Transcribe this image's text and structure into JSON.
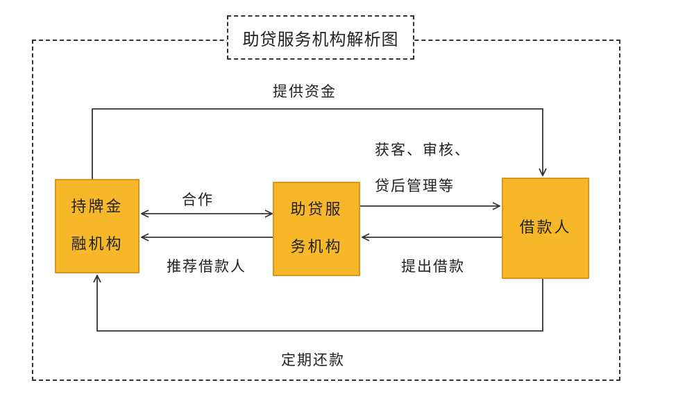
{
  "title": "助贷服务机构解析图",
  "nodes": {
    "bank": [
      "持牌金",
      "融机构"
    ],
    "agency": [
      "助贷服",
      "务机构"
    ],
    "borrower": [
      "借款人"
    ]
  },
  "edges": {
    "provide_funds": "提供资金",
    "services_line1": "获客、审核、",
    "services_line2": "贷后管理等",
    "cooperation": "合作",
    "recommend_borrowers": "推荐借款人",
    "apply_loan": "提出借款",
    "regular_repayment": "定期还款"
  },
  "colors": {
    "node_fill": "#f6b829",
    "node_border": "#d9951a",
    "line": "#333333"
  }
}
